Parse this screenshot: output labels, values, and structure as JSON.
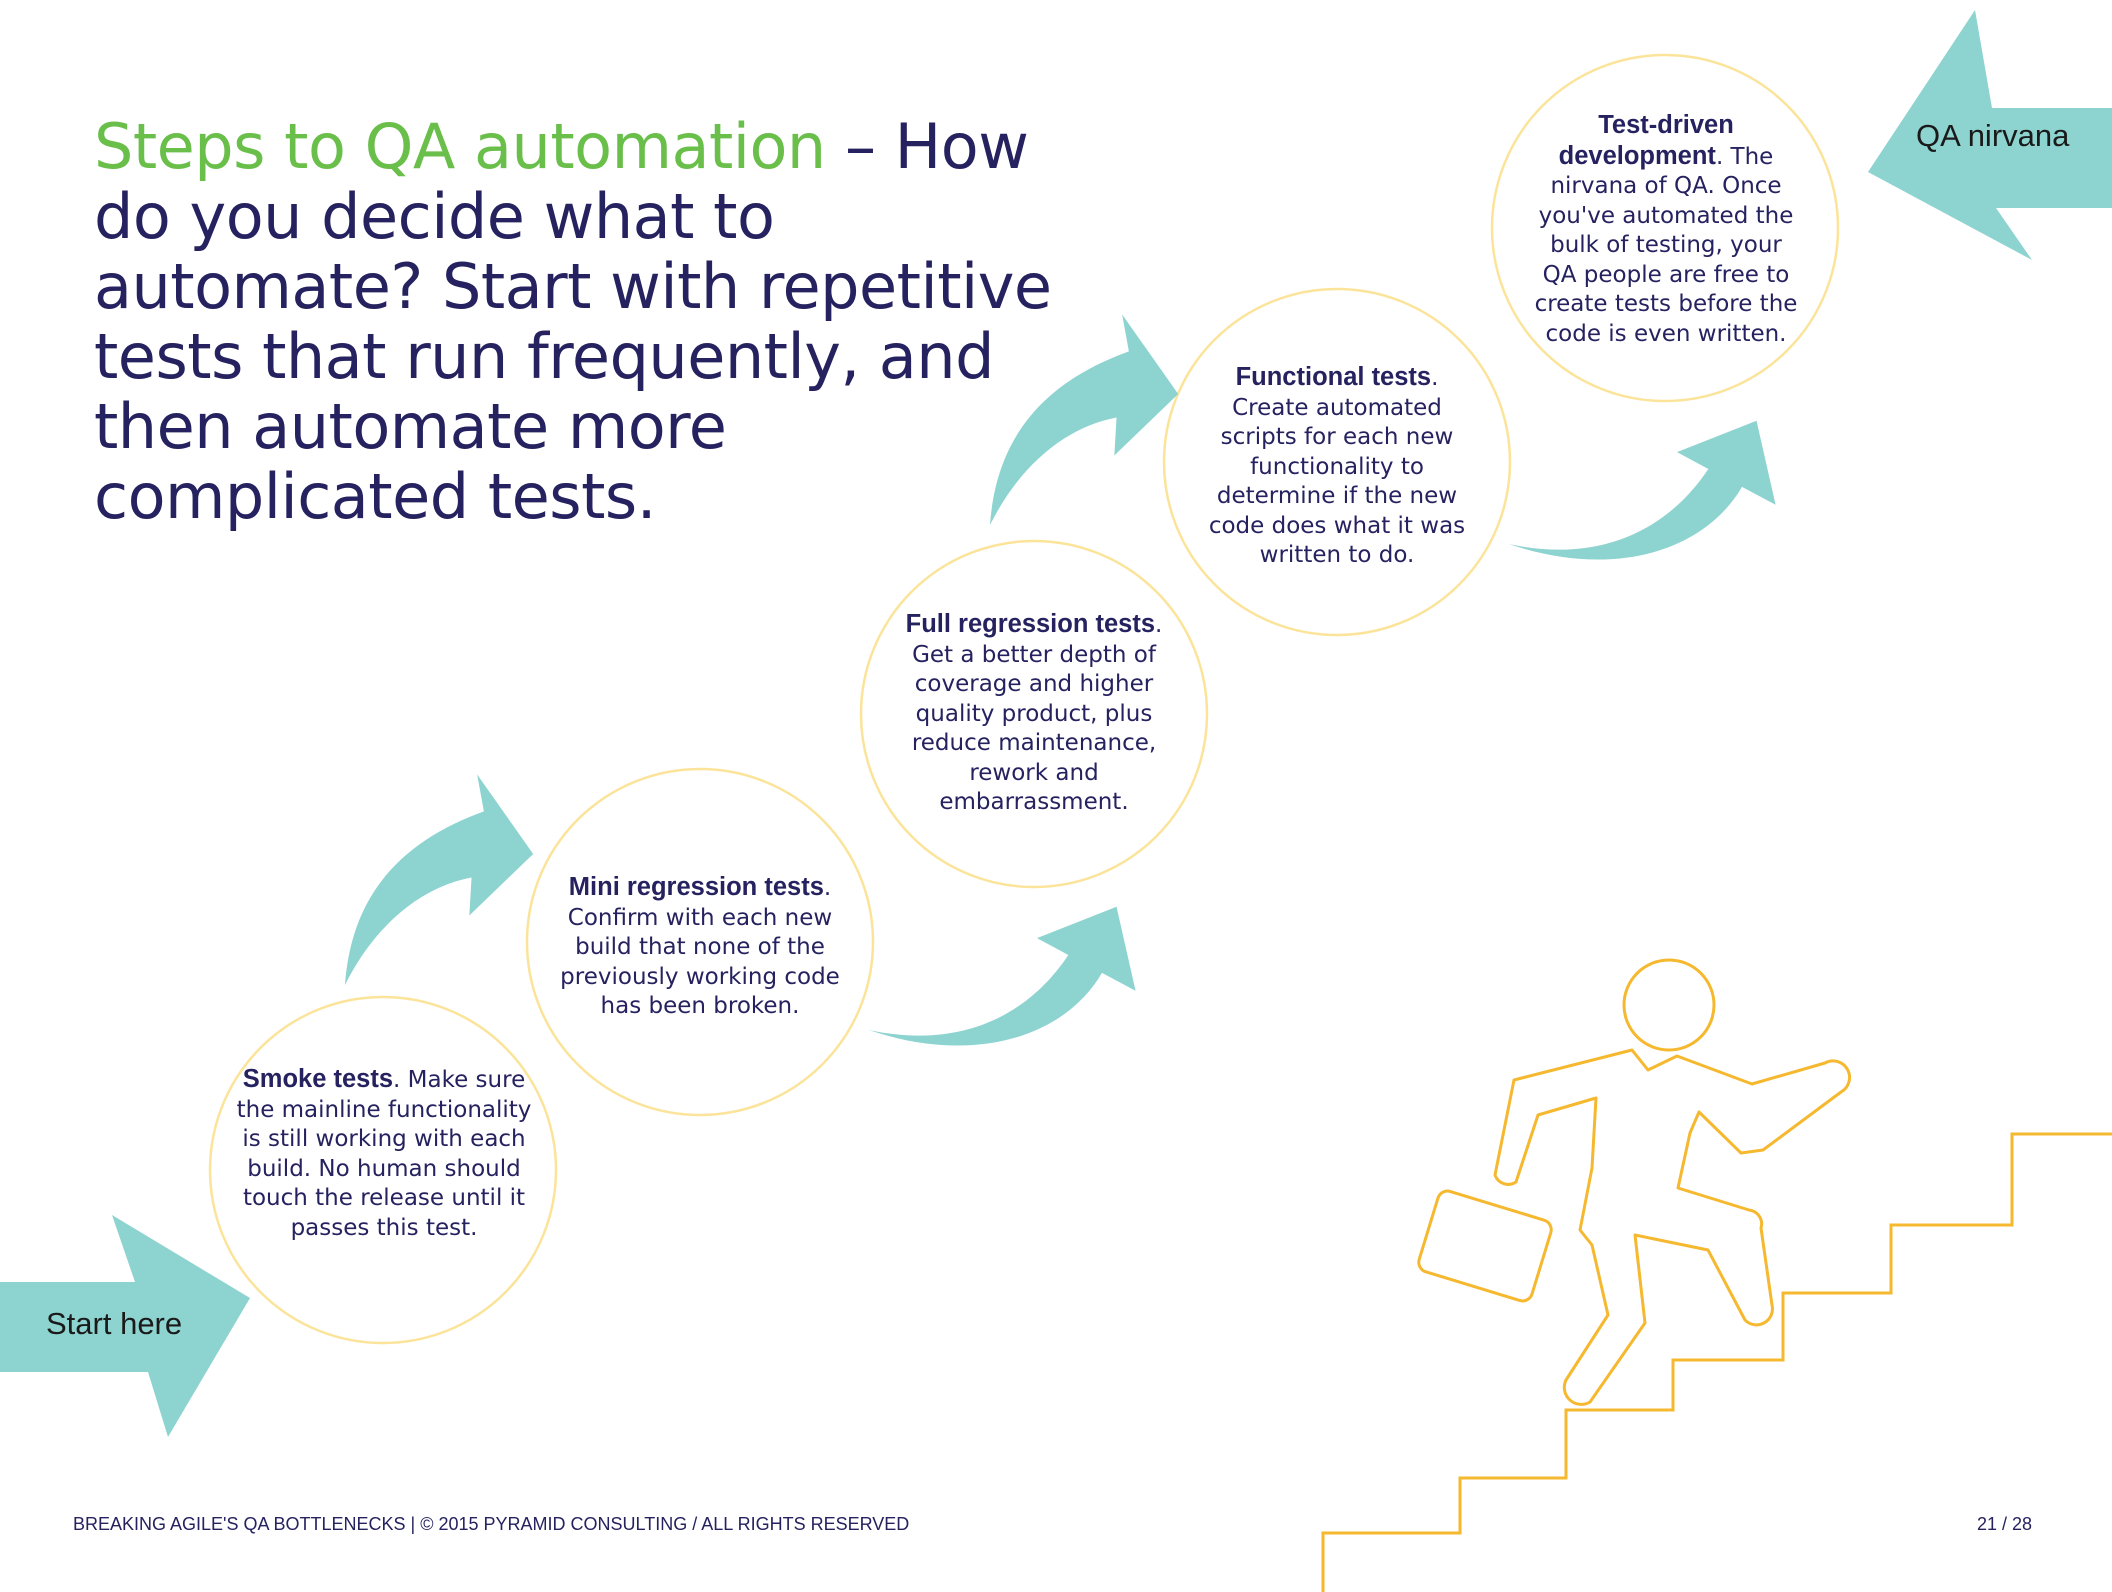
{
  "headline": {
    "accent": "Steps to QA automation",
    "rest": " – How do you decide what to automate? Start with repetitive tests that run frequently, and then automate more complicated tests."
  },
  "steps": [
    {
      "title": "Smoke tests",
      "body": ". Make sure the mainline functionality is still working with each build. No human should touch the release until it passes this test."
    },
    {
      "title": "Mini regression tests",
      "body": ". Confirm with each new build that none of the previously working code has been broken."
    },
    {
      "title": "Full regression tests",
      "body": ". Get a better depth of coverage and higher quality product, plus reduce maintenance, rework and embarrassment."
    },
    {
      "title": "Functional tests",
      "body": ". Create automated scripts for each new functionality to determine if the new code does what it was written to do."
    },
    {
      "title": "Test-driven development",
      "body": ". The nirvana of QA. Once you've automated the bulk of testing, your QA people are free to create tests before the code is even written."
    }
  ],
  "start_label": "Start here",
  "end_label": "QA nirvana",
  "footer": {
    "left": "BREAKING AGILE'S QA BOTTLENECKS | © 2015 PYRAMID CONSULTING / ALL RIGHTS RESERVED",
    "page": "21 / 28"
  },
  "colors": {
    "navy": "#25225f",
    "green": "#6abf4b",
    "teal": "#8dd3d0",
    "circle_outline": "#fbe49a",
    "figure": "#f5b82e"
  },
  "icons": {
    "arrows": "teal-curved-arrow-icon",
    "figure": "running-businessman-icon"
  }
}
